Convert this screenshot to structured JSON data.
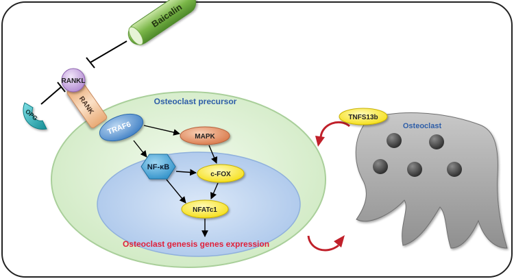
{
  "labels": {
    "baicalin": "Baicalin",
    "rankl": "RANKL",
    "opg": "OPG",
    "rank": "RANK",
    "traf6": "TRAF6",
    "mapk": "MAPK",
    "nfkb": "NF-κB",
    "cfox": "c-FOX",
    "nfatc1": "NFATc1",
    "precursor": "Osteoclast precursor",
    "expression": "Osteoclast genesis genes expression",
    "tnfs13b": "TNFS13b",
    "osteoclast": "Osteoclast"
  },
  "colors": {
    "baicalin": "#7ab648",
    "rankl": "#c9a8e0",
    "opg": "#2bb8c0",
    "rank": "#f2c49b",
    "traf6": "#5b9bd5",
    "mapk": "#e8986a",
    "nfkb": "#45a7d8",
    "yellow_node": "#ffee33",
    "cell": "#dff2d6",
    "nucleus": "#bcd4f2",
    "osteoclast": "#a6a6a6",
    "red_arrow": "#c0202a",
    "precursor_text": "#2e5ea8",
    "expression_text": "#e0203a"
  }
}
